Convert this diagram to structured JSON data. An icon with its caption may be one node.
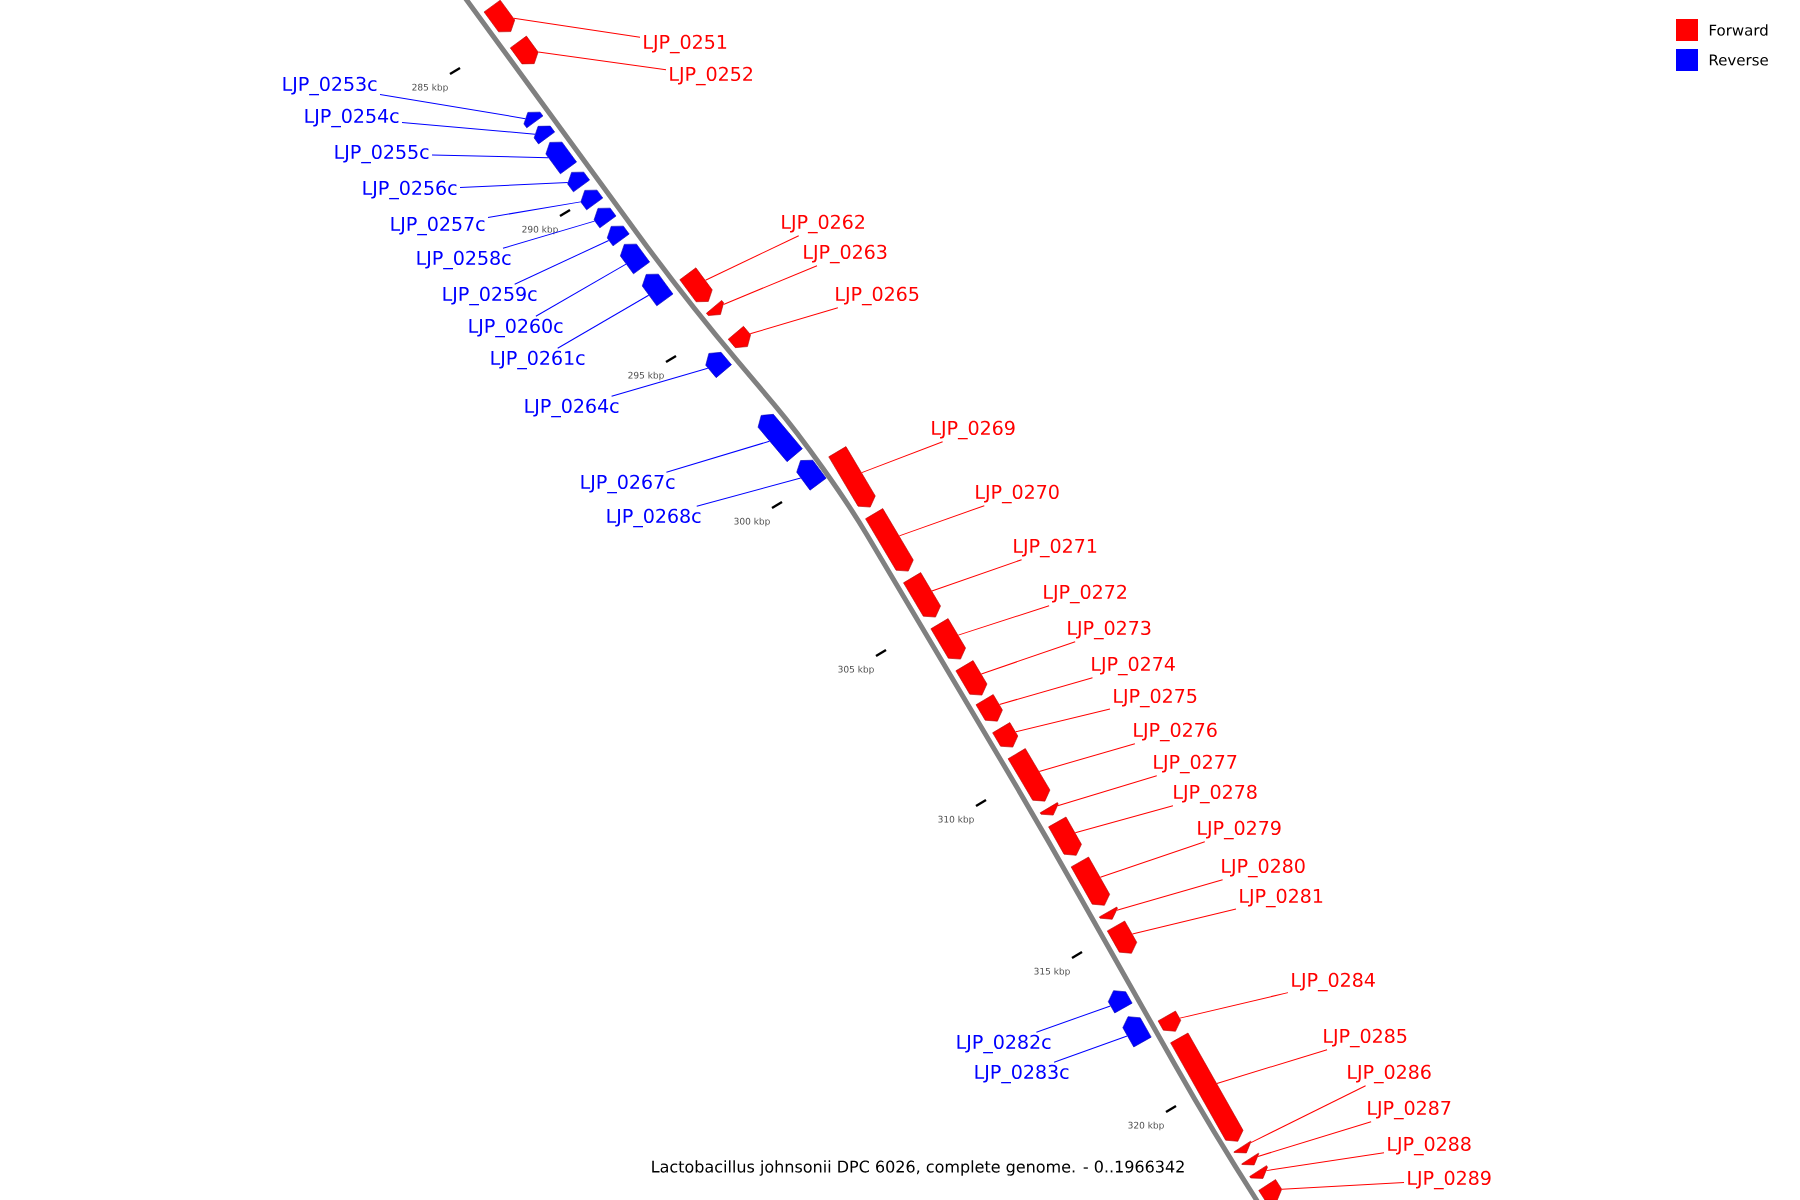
{
  "diagram": {
    "caption": "Lactobacillus johnsonii DPC 6026, complete genome. - 0..1966342",
    "nodes": [
      {
        "text": [
          "LJP_0251"
        ]
      },
      {
        "text": [
          "LJP_0252"
        ]
      },
      {
        "text": [
          "LJP_0253c"
        ]
      },
      {
        "text": [
          "LJP_0254c"
        ]
      },
      {
        "text": [
          "LJP_0255c"
        ]
      },
      {
        "text": [
          "LJP_0256c"
        ]
      },
      {
        "text": [
          "LJP_0257c"
        ]
      },
      {
        "text": [
          "LJP_0258c"
        ]
      },
      {
        "text": [
          "LJP_0259c"
        ]
      },
      {
        "text": [
          "LJP_0260c"
        ]
      },
      {
        "text": [
          "LJP_0261c"
        ]
      },
      {
        "text": [
          "LJP_0262"
        ]
      },
      {
        "text": [
          "LJP_0263"
        ]
      },
      {
        "text": [
          "LJP_0265"
        ]
      },
      {
        "text": [
          "LJP_0264c"
        ]
      },
      {
        "text": [
          "LJP_0269"
        ]
      },
      {
        "text": [
          "LJP_0267c"
        ]
      },
      {
        "text": [
          "LJP_0268c"
        ]
      },
      {
        "text": [
          "LJP_0270"
        ]
      },
      {
        "text": [
          "LJP_0271"
        ]
      },
      {
        "text": [
          "LJP_0272"
        ]
      },
      {
        "text": [
          "LJP_0273"
        ]
      },
      {
        "text": [
          "LJP_0274"
        ]
      },
      {
        "text": [
          "LJP_0275"
        ]
      },
      {
        "text": [
          "LJP_0276"
        ]
      },
      {
        "text": [
          "LJP_0277"
        ]
      },
      {
        "text": [
          "LJP_0278"
        ]
      },
      {
        "text": [
          "LJP_0279"
        ]
      },
      {
        "text": [
          "LJP_0280"
        ]
      },
      {
        "text": [
          "LJP_0281"
        ]
      },
      {
        "text": [
          "LJP_0284"
        ]
      },
      {
        "text": [
          "LJP_0282c"
        ]
      },
      {
        "text": [
          "LJP_0285"
        ]
      },
      {
        "text": [
          "LJP_0283c"
        ]
      },
      {
        "text": [
          "LJP_0286"
        ]
      },
      {
        "text": [
          "LJP_0287"
        ]
      },
      {
        "text": [
          "LJP_0288"
        ]
      },
      {
        "text": [
          "LJP_0289"
        ]
      },
      {
        "text": [],
        "shape": "arrow"
      },
      {
        "text": [],
        "shape": "arrow"
      },
      {
        "text": [],
        "shape": "arrow"
      },
      {
        "text": [],
        "shape": "arrow"
      },
      {
        "text": [],
        "shape": "arrow"
      },
      {
        "text": [],
        "shape": "arrow"
      },
      {
        "text": [],
        "shape": "arrow"
      },
      {
        "text": [],
        "shape": "arrow"
      },
      {
        "text": [],
        "shape": "arrow"
      },
      {
        "text": [],
        "shape": "arrow"
      },
      {
        "text": [],
        "shape": "arrow"
      },
      {
        "text": [],
        "shape": "arrow"
      },
      {
        "text": [],
        "shape": "arrow"
      },
      {
        "text": [],
        "shape": "arrow"
      },
      {
        "text": [],
        "shape": "arrow"
      },
      {
        "text": [],
        "shape": "arrow"
      },
      {
        "text": [],
        "shape": "arrow"
      },
      {
        "text": [],
        "shape": "arrow"
      },
      {
        "text": [],
        "shape": "arrow"
      },
      {
        "text": [],
        "shape": "arrow"
      },
      {
        "text": [],
        "shape": "arrow"
      },
      {
        "text": [],
        "shape": "arrow"
      },
      {
        "text": [],
        "shape": "arrow"
      },
      {
        "text": [],
        "shape": "arrow"
      },
      {
        "text": [],
        "shape": "arrow"
      },
      {
        "text": [],
        "shape": "arrow"
      },
      {
        "text": [],
        "shape": "arrow"
      },
      {
        "text": [],
        "shape": "arrow"
      },
      {
        "text": [],
        "shape": "arrow"
      },
      {
        "text": [],
        "shape": "arrow"
      },
      {
        "text": [],
        "shape": "arrow"
      },
      {
        "text": [],
        "shape": "arrow"
      },
      {
        "text": [],
        "shape": "arrow"
      },
      {
        "text": [],
        "shape": "arrow"
      },
      {
        "text": [],
        "shape": "arrow"
      },
      {
        "text": [],
        "shape": "arrow"
      },
      {
        "text": [],
        "shape": "arrow"
      },
      {
        "text": [],
        "shape": "arrow"
      }
    ],
    "edges": [
      {
        "from": 0,
        "to": 38,
        "arrow": "none"
      },
      {
        "from": 1,
        "to": 39,
        "arrow": "none"
      },
      {
        "from": 2,
        "to": 40,
        "arrow": "none",
        "color": "#0000ff"
      },
      {
        "from": 3,
        "to": 41,
        "arrow": "none",
        "color": "#0000ff"
      },
      {
        "from": 4,
        "to": 42,
        "arrow": "none",
        "color": "#0000ff"
      },
      {
        "from": 5,
        "to": 43,
        "arrow": "none",
        "color": "#0000ff"
      },
      {
        "from": 6,
        "to": 44,
        "arrow": "none",
        "color": "#0000ff"
      },
      {
        "from": 7,
        "to": 45,
        "arrow": "none",
        "color": "#0000ff"
      },
      {
        "from": 8,
        "to": 46,
        "arrow": "none",
        "color": "#0000ff"
      },
      {
        "from": 9,
        "to": 47,
        "arrow": "none",
        "color": "#0000ff"
      },
      {
        "from": 10,
        "to": 48,
        "arrow": "none",
        "color": "#0000ff"
      },
      {
        "from": 11,
        "to": 49,
        "arrow": "none"
      },
      {
        "from": 12,
        "to": 50,
        "arrow": "none"
      },
      {
        "from": 13,
        "to": 51,
        "arrow": "none"
      },
      {
        "from": 14,
        "to": 52,
        "arrow": "none",
        "color": "#0000ff"
      },
      {
        "from": 15,
        "to": 53,
        "arrow": "none"
      },
      {
        "from": 16,
        "to": 54,
        "arrow": "none",
        "color": "#0000ff"
      },
      {
        "from": 17,
        "to": 55,
        "arrow": "none",
        "color": "#0000ff"
      },
      {
        "from": 18,
        "to": 56,
        "arrow": "none"
      },
      {
        "from": 19,
        "to": 57,
        "arrow": "none"
      },
      {
        "from": 20,
        "to": 58,
        "arrow": "none"
      },
      {
        "from": 21,
        "to": 59,
        "arrow": "none"
      },
      {
        "from": 22,
        "to": 60,
        "arrow": "none"
      },
      {
        "from": 23,
        "to": 61,
        "arrow": "none"
      },
      {
        "from": 24,
        "to": 62,
        "arrow": "none"
      },
      {
        "from": 25,
        "to": 63,
        "arrow": "none"
      },
      {
        "from": 26,
        "to": 64,
        "arrow": "none"
      },
      {
        "from": 27,
        "to": 65,
        "arrow": "none"
      },
      {
        "from": 28,
        "to": 66,
        "arrow": "none"
      },
      {
        "from": 29,
        "to": 67,
        "arrow": "none"
      },
      {
        "from": 30,
        "to": 68,
        "arrow": "none"
      },
      {
        "from": 31,
        "to": 69,
        "arrow": "none",
        "color": "#0000ff"
      },
      {
        "from": 32,
        "to": 70,
        "arrow": "none"
      },
      {
        "from": 33,
        "to": 71,
        "arrow": "none",
        "color": "#0000ff"
      },
      {
        "from": 34,
        "to": 72,
        "arrow": "none"
      },
      {
        "from": 35,
        "to": 73,
        "arrow": "none"
      },
      {
        "from": 36,
        "to": 74,
        "arrow": "none"
      },
      {
        "from": 37,
        "to": 75,
        "arrow": "none"
      }
    ],
    "labels": [
      "285 kbp",
      "290 kbp",
      "295 kbp",
      "300 kbp",
      "305 kbp",
      "310 kbp",
      "315 kbp",
      "320 kbp"
    ],
    "legend": [
      {
        "text": "Forward",
        "color": "#ff0000"
      },
      {
        "text": "Reverse",
        "color": "#0000ff"
      }
    ]
  }
}
